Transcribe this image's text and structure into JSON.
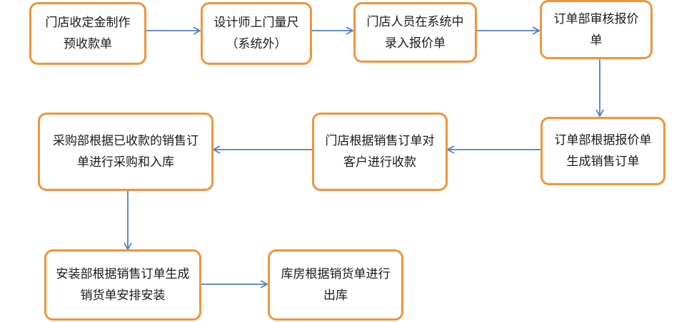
{
  "colors": {
    "node_border": "#f0953a",
    "arrow": "#4f7fc0",
    "text": "#1a1a1a"
  },
  "steps": [
    {
      "label": "门店收定金制作预收款单"
    },
    {
      "label": "设计师上门量尺（系统外）"
    },
    {
      "label": "门店人员在系统中录入报价单"
    },
    {
      "label": "订单部审核报价单"
    },
    {
      "label": "订单部根据报价单生成销售订单"
    },
    {
      "label": "门店根据销售订单对客户进行收款"
    },
    {
      "label": "采购部根据已收款的销售订单进行采购和入库"
    },
    {
      "label": "安装部根据销售订单生成销货单安排安装"
    },
    {
      "label": "库房根据销货单进行出库"
    }
  ]
}
